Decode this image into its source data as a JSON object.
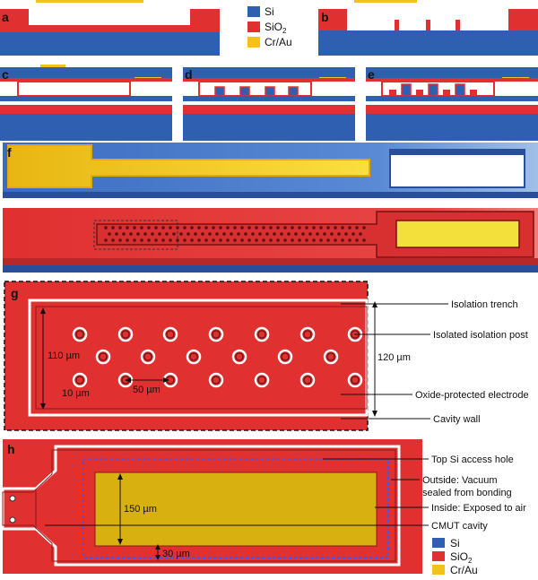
{
  "legend": {
    "items": [
      {
        "label": "Si",
        "color": "#2f5fb0"
      },
      {
        "label": "SiO",
        "sub": "2",
        "color": "#e03030"
      },
      {
        "label": "Cr/Au",
        "color": "#f2c21a"
      }
    ]
  },
  "panels": {
    "a": "a",
    "b": "b",
    "c": "c",
    "d": "d",
    "e": "e",
    "f": "f",
    "g": "g",
    "h": "h"
  },
  "panel_g": {
    "isolation_trench": "Isolation trench",
    "isolated_post": "Isolated isolation post",
    "oxide_electrode": "Oxide-protected electrode",
    "cavity_wall": "Cavity wall",
    "dim_110": "110 µm",
    "dim_120": "120 µm",
    "dim_50": "50 µm",
    "dim_10": "10 µm"
  },
  "panel_h": {
    "top_si_hole": "Top Si access hole",
    "outside_1": "Outside: Vacuum",
    "outside_2": "sealed from bonding",
    "inside": "Inside: Exposed to air",
    "cmut_cavity": "CMUT cavity",
    "dim_150": "150 µm",
    "dim_30": "30 µm"
  },
  "colors": {
    "si": "#2f5fb0",
    "sio2": "#e03030",
    "au": "#f2c21a"
  }
}
